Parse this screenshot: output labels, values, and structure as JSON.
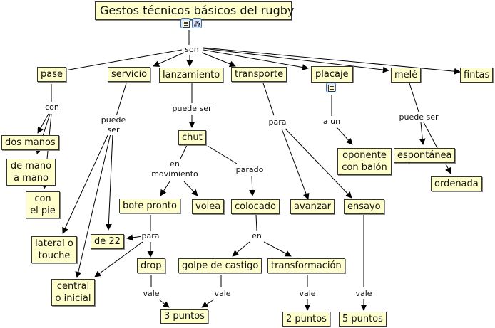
{
  "title": "Gestos técnicos básicos del rugby",
  "icons": [
    "document-icon",
    "concept-map-icon"
  ],
  "nodes": {
    "root": "Gestos técnicos básicos del rugby",
    "pase": "pase",
    "servicio": "servicio",
    "lanzamiento": "lanzamiento",
    "transporte": "transporte",
    "placaje": "placaje",
    "mele": "melé",
    "fintas": "fintas",
    "dos_manos": "dos manos",
    "de_mano_a_mano": "de mano a mano",
    "con_el_pie": "con el pie",
    "lateral_o_touche": "lateral o touche",
    "central_o_inicial": "central o inicial",
    "de_22": "de 22",
    "chut": "chut",
    "bote_pronto": "bote pronto",
    "volea": "volea",
    "colocado": "colocado",
    "drop": "drop",
    "golpe_de_castigo": "golpe de castigo",
    "transformacion": "transformación",
    "avanzar": "avanzar",
    "ensayo": "ensayo",
    "oponente_con_balon": "oponente con balón",
    "espontanea": "espontánea",
    "ordenada": "ordenada",
    "tres_puntos": "3 puntos",
    "dos_puntos": "2 puntos",
    "cinco_puntos": "5 puntos"
  },
  "linking_phrases": {
    "son": "son",
    "con": "con",
    "puede_ser_servicio": "puede ser",
    "puede_ser_lanzamiento": "puede ser",
    "para_transporte": "para",
    "a_un": "a un",
    "puede_ser_mele": "puede ser",
    "en_movimiento": "en movimiento",
    "parado": "parado",
    "para_bote": "para",
    "en_colocado": "en",
    "vale_drop": "vale",
    "vale_golpe": "vale",
    "vale_transformacion": "vale",
    "vale_ensayo": "vale"
  },
  "colors": {
    "node_fill": "#ffffcc",
    "node_border": "#333333",
    "line": "#000000"
  }
}
